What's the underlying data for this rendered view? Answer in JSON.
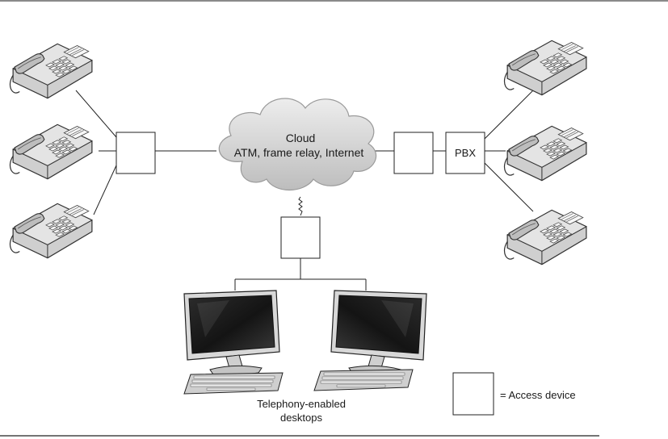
{
  "cloud": {
    "title": "Cloud",
    "subtitle": "ATM, frame relay, Internet"
  },
  "pbx": {
    "label": "PBX"
  },
  "desktops": {
    "caption_line1": "Telephony-enabled",
    "caption_line2": "desktops"
  },
  "legend": {
    "label": "= Access device"
  },
  "icons": {
    "phone": "desk-phone-icon",
    "monitor": "computer-monitor-icon",
    "keyboard": "keyboard-icon",
    "cloud": "cloud-icon"
  },
  "colors": {
    "stroke": "#1a1a1a",
    "phone_body": "#d4d4d4",
    "cloud_fill": "#dcdcdc",
    "screen_fill": "#1c1c1c"
  }
}
